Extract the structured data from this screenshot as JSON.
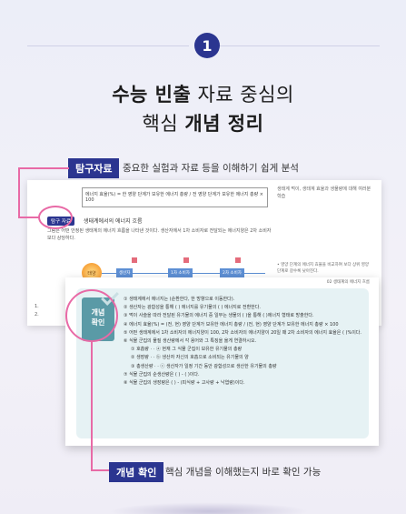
{
  "header": {
    "number": "1",
    "line1_bold": "수능 빈출",
    "line1_light": " 자료 중심의",
    "line2_light": "핵심 ",
    "line2_bold": "개념 정리"
  },
  "tamgu": {
    "label": "탐구자료",
    "description": "중요한 실험과 자료 등을 이해하기 쉽게 분석"
  },
  "back_page": {
    "formula": "에너지 효율(%) = 한 영양 단계가 보유한 에너지 총량 / 전 영양 단계가 보유한 에너지 총량 × 100",
    "right_note": "생태계 먹이, 생태계 효율과 생물량에 대해 여러분 학습",
    "tag": "탐구 자료",
    "tag_title": "생태계에서의 에너지 흐름",
    "text": "그림은 어떤 안정된 생태계의 에너지 흐름을 나타낸 것이다. 생산자에서 1차 소비자로 전달되는 에너지양은 2차 소비자보다 상당하다.",
    "sun_label": "태양",
    "nodes": [
      "생산자",
      "1차 소비자",
      "2차 소비자"
    ],
    "side_note": "• 영양 단계의 에너지 효율을 비교하여 보다 상위 영양 단계로 갈수록 낮아진다.",
    "left_nums": [
      "1.",
      "2."
    ]
  },
  "front_page": {
    "header_tag": "02 생태계의 에너지 흐름",
    "badge_line1": "개념",
    "badge_line2": "확인",
    "questions": [
      "① 생태계에서 에너지는 (순환한다, 한 방향으로 이동한다).",
      "② 생산자는 광합성을 통해 (          ) 에너지를 유기물의 (          ) 에너지로 전환한다.",
      "③ 먹이 사슬을 따라 전달된 유기물의 에너지 중 일부는 생물의 (          )을 통해 (          )에너지 형태로 방출한다.",
      "④ 에너지 효율(%) = (전, 현) 영양 단계가 보유한 에너지 총량 / (전, 현) 영양 단계가 보유한 에너지 총량 × 100",
      "⑤ 어떤 생태계에서 1차 소비자의 에너지양이 100, 2차 소비자의 에너지양이 20일 때 2차 소비자의 에너지 효율은 (      )%이다.",
      "⑥ 식물 군집의 물질 생산량에서 각 용어와 그 특징을 옳게 연결하시오.",
      "   ① 호흡량 ·          · ⓐ 현재 그 식물 군집이 보유한 유기물의 총량",
      "   ② 생장량 ·          · ⓑ 생산자 자신의 호흡으로 소비되는 유기물의 양",
      "   ③ 총생산량 ·        · ⓒ 생산자가 일정 기간 동안 광합성으로 생산한 유기물의 총량",
      "⑦ 식물 군집의 순생산량은 (          ) - (          )이다.",
      "⑧ 식물 군집의 생장량은 (          ) - (피식량 + 고사량 + 낙엽량)이다."
    ]
  },
  "concept": {
    "label": "개념 확인",
    "description": "핵심 개념을 이해했는지 바로 확인 가능"
  },
  "colors": {
    "navy": "#2b3590",
    "pink": "#e86aa6",
    "teal": "#5a9aa6"
  }
}
